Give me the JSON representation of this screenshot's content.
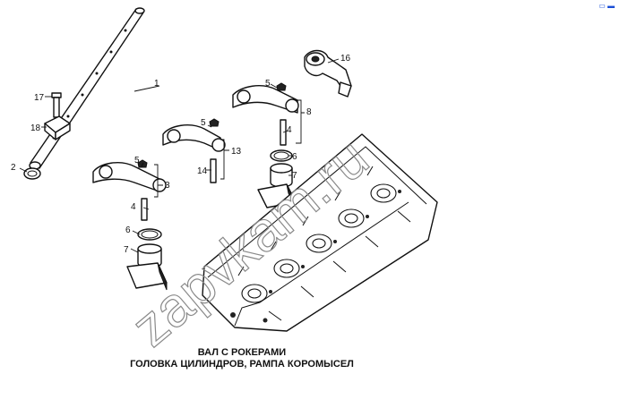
{
  "watermark": "zapvkam.ru",
  "corner_mark": "▭ ▬",
  "caption": {
    "line1": "ВАЛ С РОКЕРАМИ",
    "line2": "ГОЛОВКА ЦИЛИНДРОВ, РАМПА КОРОМЫСЕЛ"
  },
  "callouts": {
    "c1": "1",
    "c2": "2",
    "c3": "3",
    "c4a": "4",
    "c4b": "4",
    "c5a": "5",
    "c5b": "5",
    "c5c": "5",
    "c6a": "6",
    "c6b": "6",
    "c7a": "7",
    "c7b": "7",
    "c8": "8",
    "c13": "13",
    "c14": "14",
    "c16": "16",
    "c17": "17",
    "c18": "18"
  }
}
